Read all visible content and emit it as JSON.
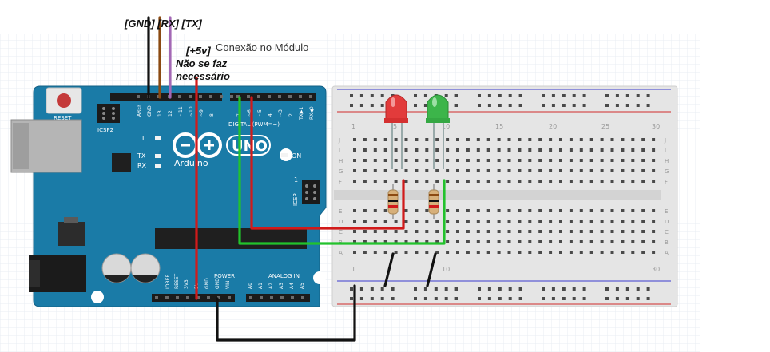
{
  "labels": {
    "pins_top": "[GND] [RX] [TX]",
    "plus5v": "[+5v]",
    "module": "Conexão no Módulo",
    "not_needed_1": "Não se faz",
    "not_needed_2": "necessário"
  },
  "board": {
    "reset": "RESET",
    "icsp2": "ICSP2",
    "led_l": "L",
    "led_tx": "TX",
    "led_rx": "RX",
    "logo_uno": "UNO",
    "logo_arduino": "Arduino",
    "digital": "DIGITAL (PWM=~)",
    "on": "ON",
    "icsp": "ICSP",
    "icsp_one": "1",
    "power": "POWER",
    "analog": "ANALOG IN",
    "aref": "AREF",
    "gnd": "GND",
    "pin13": "13",
    "pin12": "12",
    "pin11": "~11",
    "pin10": "~10",
    "pin9": "~9",
    "pin8": "8",
    "pin7": "7",
    "pin6": "~6",
    "pin5": "~5",
    "pin4": "4",
    "pin3": "~3",
    "pin2": "2",
    "tx1": "TX▶1",
    "rx0": "RX◀0",
    "ioref": "IOREF",
    "reset2": "RESET",
    "v33": "3V3",
    "v5": "5V",
    "gnd1": "GND",
    "gnd2": "GND",
    "vin": "VIN",
    "a0": "A0",
    "a1": "A1",
    "a2": "A2",
    "a3": "A3",
    "a4": "A4",
    "a5": "A5"
  },
  "breadboard": {
    "col1": "1",
    "col5": "5",
    "col10": "10",
    "col15": "15",
    "col20": "20",
    "col25": "25",
    "col30": "30",
    "rows_top": [
      "J",
      "I",
      "H",
      "G",
      "F"
    ],
    "rows_bottom": [
      "E",
      "D",
      "C",
      "B",
      "A"
    ]
  },
  "colors": {
    "board": "#1a7ba7",
    "breadboard": "#e8e8e8",
    "led_red": "#e23b3b",
    "led_green": "#3cb54a",
    "wire_black": "#111111",
    "wire_brown": "#8b4a12",
    "wire_purple": "#a368b5",
    "wire_red": "#d11a1a",
    "wire_green": "#22c22c"
  }
}
